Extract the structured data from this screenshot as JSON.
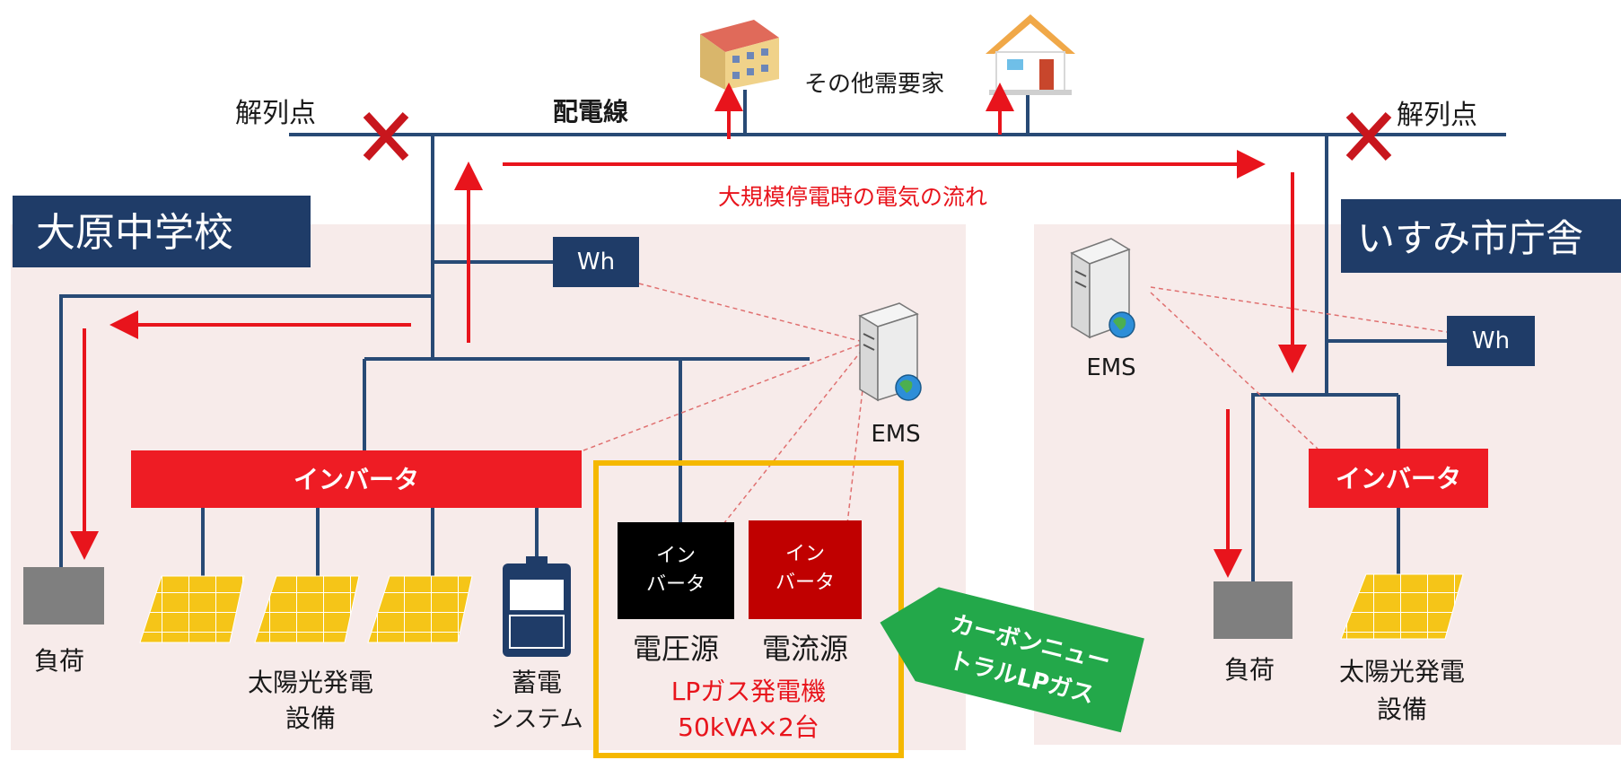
{
  "labels": {
    "disconnect_left": "解列点",
    "disconnect_right": "解列点",
    "distribution_line": "配電線",
    "other_consumers": "その他需要家",
    "blackout_flow": "大規模停電時の電気の流れ"
  },
  "school": {
    "name": "大原中学校",
    "meter": "Wh",
    "ems": "EMS",
    "inverter": "インバータ",
    "load": "負荷",
    "solar_line1": "太陽光発電",
    "solar_line2": "設備",
    "storage_line1": "蓄電",
    "storage_line2": "システム",
    "inv_small_black_line1": "イン",
    "inv_small_black_line2": "バータ",
    "inv_small_red_line1": "イン",
    "inv_small_red_line2": "バータ",
    "voltage_source": "電圧源",
    "current_source": "電流源",
    "generator_line1": "LPガス発電機",
    "generator_line2": "50kVA×2台"
  },
  "badge": {
    "line1": "カーボンニュー",
    "line2": "トラルLPガス"
  },
  "city_hall": {
    "name": "いすみ市庁舎",
    "meter": "Wh",
    "ems": "EMS",
    "inverter": "インバータ",
    "load": "負荷",
    "solar_line1": "太陽光発電",
    "solar_line2": "設備"
  },
  "colors": {
    "line": "#284a75",
    "arrow": "#e8141c",
    "panel_bg": "#f7ebea",
    "title_box": "#1f3c68",
    "inverter": "#ee1c24",
    "inverter_dark_red": "#c00000",
    "solar": "#f5c518",
    "lp_frame": "#f5b800",
    "badge": "#23a84a"
  }
}
